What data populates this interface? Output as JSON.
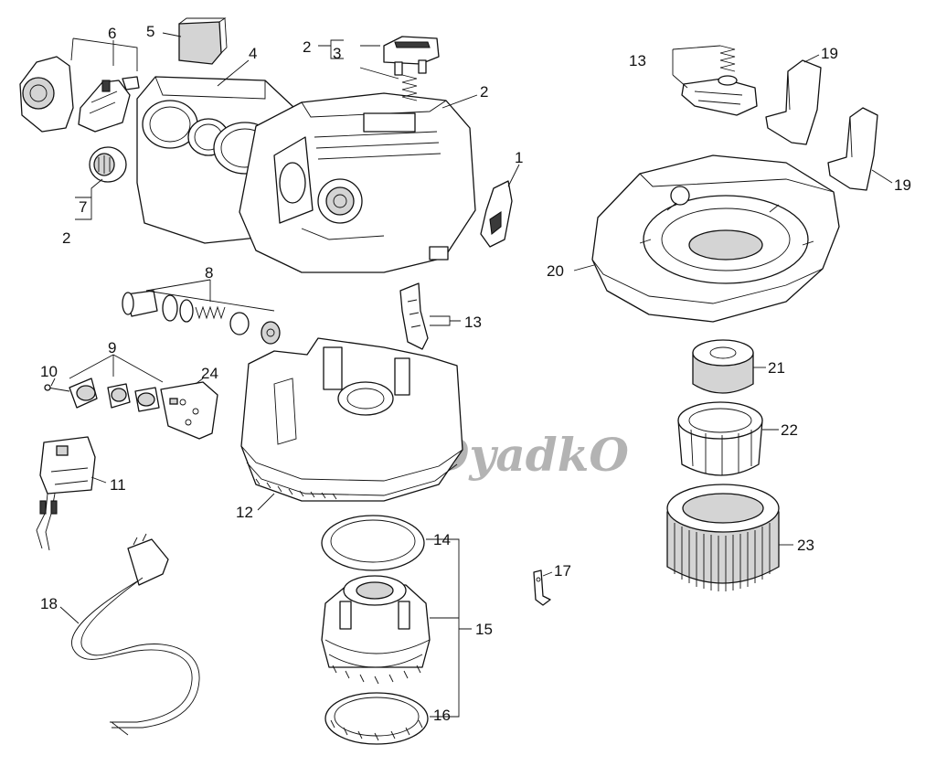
{
  "watermark": "DyadkO",
  "labels": {
    "p1": "1",
    "p2a": "2",
    "p3": "3",
    "p2b": "2",
    "p2c": "2",
    "p4": "4",
    "p5": "5",
    "p6": "6",
    "p7": "7",
    "p8": "8",
    "p9": "9",
    "p10": "10",
    "p11": "11",
    "p12": "12",
    "p13a": "13",
    "p13b": "13",
    "p14": "14",
    "p15": "15",
    "p16": "16",
    "p17": "17",
    "p18": "18",
    "p19a": "19",
    "p19b": "19",
    "p20": "20",
    "p21": "21",
    "p22": "22",
    "p23": "23",
    "p24": "24"
  }
}
